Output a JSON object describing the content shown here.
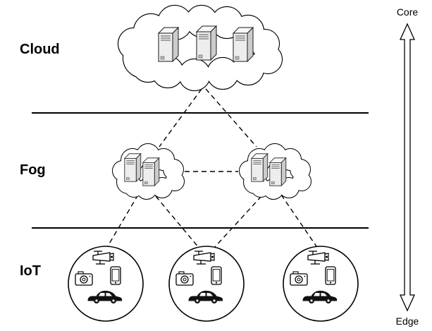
{
  "diagram": {
    "labels": {
      "cloud": "Cloud",
      "fog": "Fog",
      "iot": "IoT"
    },
    "axis": {
      "top": "Core",
      "bottom": "Edge"
    },
    "layers": [
      {
        "label": "Cloud",
        "servers": 3
      },
      {
        "label": "Fog",
        "nodes": 2,
        "servers_per_node": 2
      },
      {
        "label": "IoT",
        "groups": 3,
        "devices": [
          "cctv-camera",
          "photo-camera",
          "smartphone",
          "car"
        ]
      }
    ],
    "colors": {
      "stroke": "#000000",
      "background": "#ffffff",
      "server_front": "#ededed",
      "server_side": "#cccccc",
      "server_top": "#f8f8f8"
    }
  }
}
